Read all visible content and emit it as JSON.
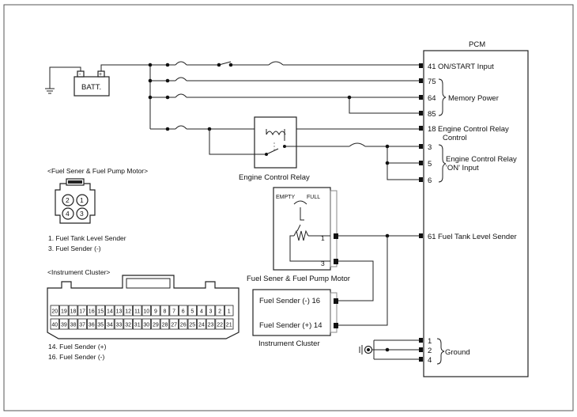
{
  "pcm": {
    "title": "PCM",
    "pins": [
      {
        "num": "41",
        "label": "ON/START Input"
      },
      {
        "num": "75",
        "label": ""
      },
      {
        "num": "64",
        "label": ""
      },
      {
        "num": "85",
        "label": ""
      },
      {
        "num": "18",
        "label": "Engine Control Relay"
      },
      {
        "num": "3",
        "label": ""
      },
      {
        "num": "5",
        "label": ""
      },
      {
        "num": "6",
        "label": ""
      },
      {
        "num": "61",
        "label": "Fuel Tank Level Sender"
      },
      {
        "num": "1",
        "label": ""
      },
      {
        "num": "2",
        "label": ""
      },
      {
        "num": "4",
        "label": ""
      }
    ],
    "control_label": "Control",
    "memory_power": "Memory Power",
    "relay_input_l1": "Engine Control Relay",
    "relay_input_l2": "'ON' Input",
    "ground": "Ground"
  },
  "battery": {
    "label": "BATT.",
    "minus": "-",
    "plus": "+"
  },
  "relay": {
    "label": "Engine Control Relay"
  },
  "fuel_pump": {
    "title": "<Fuel Sener & Fuel Pump Motor>",
    "label": "Fuel Sener & Fuel Pump Motor",
    "empty": "EMPTY",
    "full": "FULL",
    "pin1": "1",
    "pin3": "3",
    "connector_pins": [
      "2",
      "1",
      "4",
      "3"
    ],
    "legend": [
      "1. Fuel Tank Level Sender",
      "3. Fuel Sender (-)"
    ]
  },
  "cluster": {
    "title": "<Instrument Cluster>",
    "label": "Instrument Cluster",
    "pin16": "Fuel Sender (-) 16",
    "pin14": "Fuel Sender (+) 14",
    "top_row": [
      "20",
      "19",
      "18",
      "17",
      "16",
      "15",
      "14",
      "13",
      "12",
      "11",
      "10",
      "9",
      "8",
      "7",
      "6",
      "5",
      "4",
      "3",
      "2",
      "1"
    ],
    "bottom_row": [
      "40",
      "39",
      "38",
      "37",
      "36",
      "35",
      "34",
      "33",
      "32",
      "31",
      "30",
      "29",
      "28",
      "27",
      "26",
      "25",
      "24",
      "23",
      "22",
      "21"
    ],
    "legend": [
      "14. Fuel Sender (+)",
      "16. Fuel Sender (-)"
    ]
  }
}
